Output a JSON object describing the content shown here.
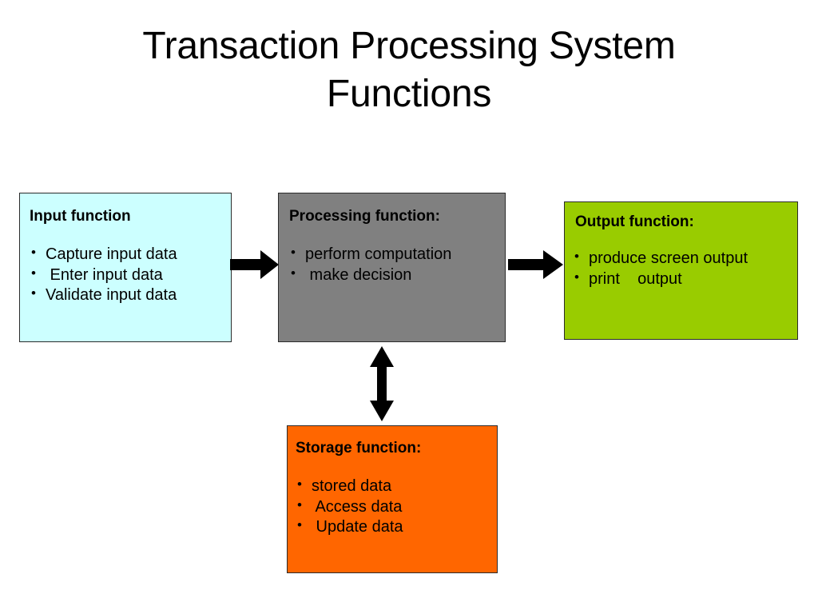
{
  "slide": {
    "title_line1": "Transaction Processing System",
    "title_line2": "Functions",
    "background_color": "#ffffff"
  },
  "boxes": {
    "input": {
      "title": "Input function",
      "color": "#ccffff",
      "border_color": "#2b2b2b",
      "bullets": [
        "Capture input data",
        " Enter input data",
        "Validate input data"
      ]
    },
    "processing": {
      "title": "Processing function:",
      "color": "#808080",
      "border_color": "#2b2b2b",
      "bullets": [
        "perform computation",
        " make decision"
      ]
    },
    "output": {
      "title": "Output function:",
      "color": "#99cc00",
      "border_color": "#2b2b2b",
      "bullets": [
        "produce screen output",
        "print    output"
      ]
    },
    "storage": {
      "title": "Storage function:",
      "color": "#ff6600",
      "border_color": "#2b2b2b",
      "bullets": [
        "stored data",
        " Access data",
        " Update data"
      ]
    }
  },
  "arrows": [
    {
      "name": "input-to-processing",
      "direction": "right",
      "from": "input",
      "to": "processing",
      "color": "#000000"
    },
    {
      "name": "processing-to-output",
      "direction": "right",
      "from": "processing",
      "to": "output",
      "color": "#000000"
    },
    {
      "name": "processing-to-storage",
      "direction": "bidirectional-vertical",
      "from": "processing",
      "to": "storage",
      "color": "#000000"
    }
  ]
}
